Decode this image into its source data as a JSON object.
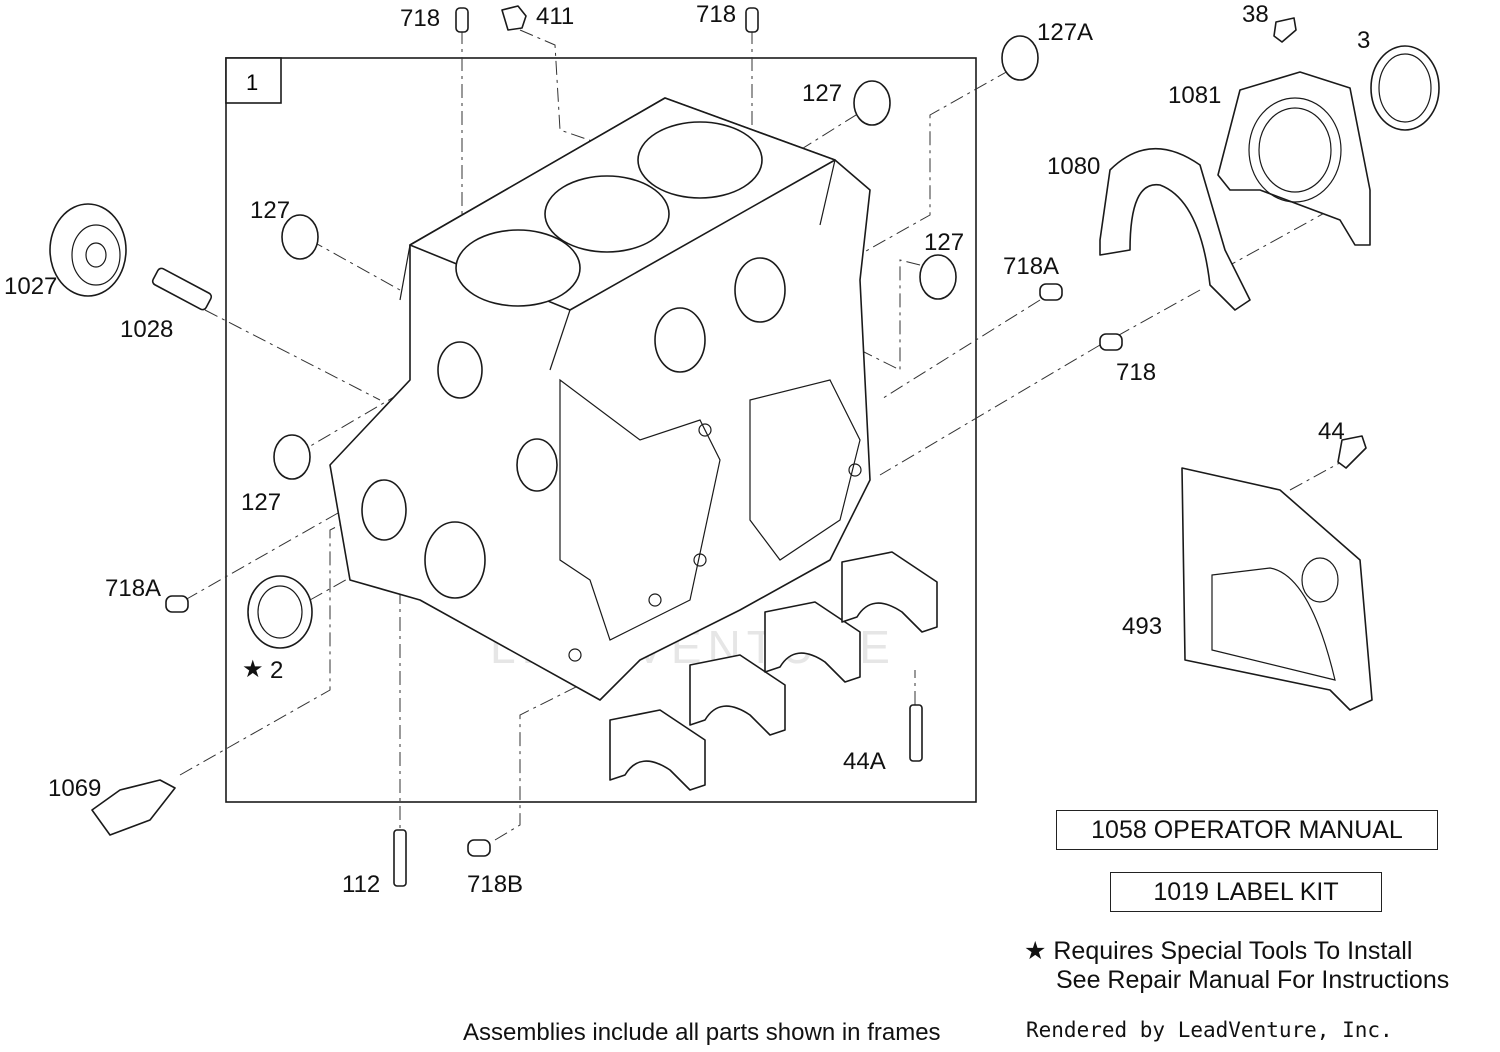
{
  "frame_number": "1",
  "watermark": "LEADVENTURE",
  "callouts": {
    "c718_top": "718",
    "c411": "411",
    "c718_top2": "718",
    "c38": "38",
    "c3": "3",
    "c127A": "127A",
    "c127_a": "127",
    "c1081": "1081",
    "c1080": "1080",
    "c127_b": "127",
    "c127_c": "127",
    "c718A_r": "718A",
    "c1027": "1027",
    "c1028": "1028",
    "c718_r": "718",
    "c44": "44",
    "c127_d": "127",
    "c718A_l": "718A",
    "c2": "2",
    "c493": "493",
    "c44A": "44A",
    "c1069": "1069",
    "c112": "112",
    "c718B": "718B"
  },
  "kits": {
    "operator_manual": "1058  OPERATOR MANUAL",
    "label_kit": "1019   LABEL KIT"
  },
  "notes": {
    "special_tools_star": "★",
    "special_tools_line1": "Requires Special Tools To Install",
    "special_tools_line2": "See Repair Manual For Instructions",
    "star_marker": "★"
  },
  "footer": {
    "assemblies": "Assemblies include all parts shown in frames",
    "rendered_by": "Rendered by LeadVenture, Inc."
  }
}
